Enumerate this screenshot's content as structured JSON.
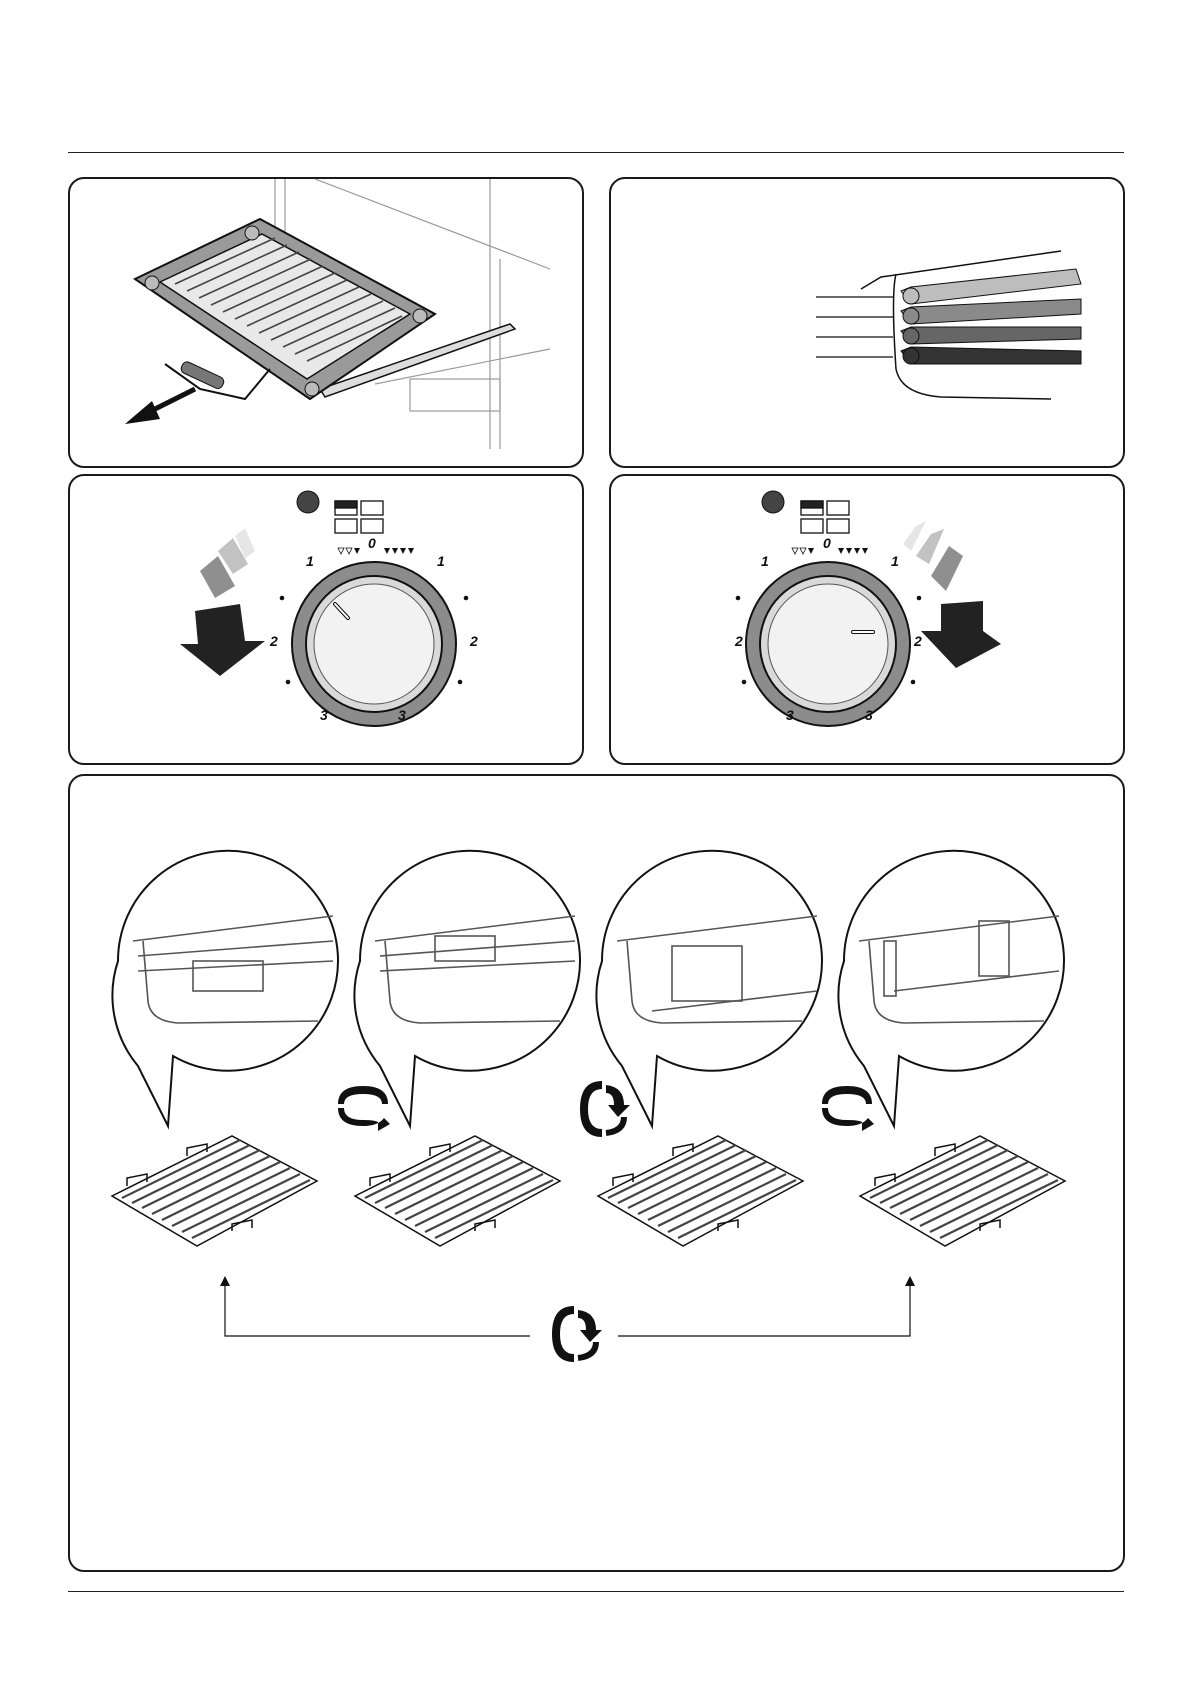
{
  "panels": {
    "grill_pan": {
      "description_icon": "grill-pan-pull-out-illustration"
    },
    "shelf_positions": {
      "description_icon": "shelf-runner-positions-illustration"
    },
    "left_dial": {
      "zero_label": "0",
      "labels": [
        "1",
        "1",
        "2",
        "2",
        "3",
        "3"
      ],
      "icon": "grill-control-knob-icon"
    },
    "right_dial": {
      "zero_label": "0",
      "labels": [
        "1",
        "1",
        "2",
        "2",
        "3",
        "3"
      ],
      "icon": "grill-control-knob-icon"
    },
    "grid_sequence": {
      "steps": 4,
      "rotate_icons": [
        "rotate-horizontal-icon",
        "rotate-vertical-icon",
        "rotate-horizontal-icon"
      ],
      "bottom_rotate_icon": "rotate-vertical-icon"
    }
  },
  "colors": {
    "line": "#111111",
    "grey_dark": "#555555",
    "grey_mid": "#8a8a8a",
    "grey_light": "#cfcfcf"
  }
}
